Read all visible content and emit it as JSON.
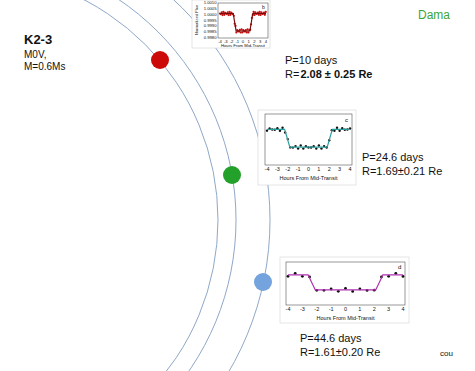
{
  "diagram": {
    "labels": [
      "Dama",
      "K2-3",
      "M0V,",
      "M=0.6Ms",
      "Normalized Flux",
      "1.0010",
      "1.0005",
      "1.0000",
      "0.9995",
      "0.9990",
      "0.9985",
      "0.9980",
      "b",
      "-4",
      "-3",
      "-2",
      "-1",
      "0",
      "1",
      "2",
      "3",
      "4",
      "Hours From Mid-Transit",
      "P=10 days",
      "R=",
      "2.08 ± 0.25 Re",
      "c",
      "-4",
      "-3",
      "-2",
      "-1",
      "0",
      "1",
      "2",
      "3",
      "4",
      "Hours From Mid-Transit",
      "P=24.6 days",
      "R=1.69±0.21 Re",
      "d",
      "-4",
      "-3",
      "-2",
      "-1",
      "0",
      "1",
      "2",
      "3",
      "4",
      "Hours From Mid-Transit",
      "P=44.6 days",
      "R=1.61±0.20 Re",
      "cou"
    ]
  }
}
